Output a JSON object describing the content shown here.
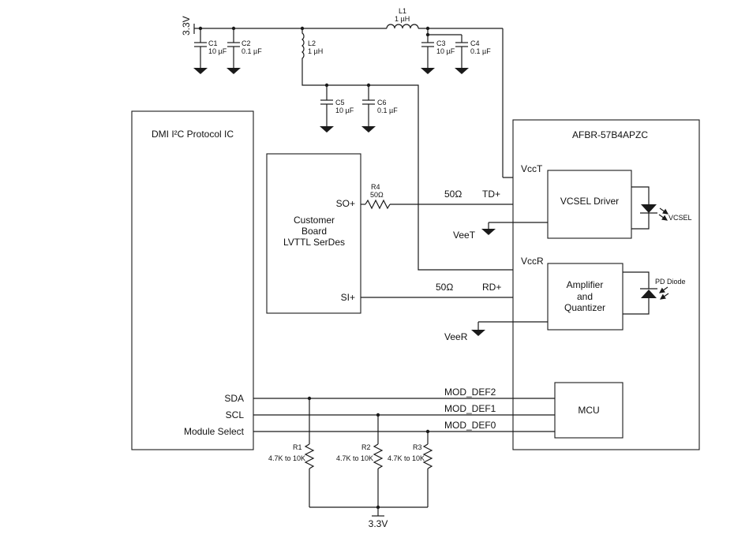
{
  "supply": {
    "top_label": "3.3V",
    "bottom_label": "3.3V"
  },
  "capacitors": [
    {
      "ref": "C1",
      "value": "10 µF"
    },
    {
      "ref": "C2",
      "value": "0.1 µF"
    },
    {
      "ref": "C3",
      "value": "10 µF"
    },
    {
      "ref": "C4",
      "value": "0.1 µF"
    },
    {
      "ref": "C5",
      "value": "10 µF"
    },
    {
      "ref": "C6",
      "value": "0.1 µF"
    }
  ],
  "inductors": [
    {
      "ref": "L1",
      "value": "1 µH"
    },
    {
      "ref": "L2",
      "value": "1 µH"
    }
  ],
  "resistors": {
    "r4": {
      "ref": "R4",
      "value": "50Ω"
    },
    "pullups": [
      {
        "ref": "R1",
        "value": "4.7K to 10K"
      },
      {
        "ref": "R2",
        "value": "4.7K to 10K"
      },
      {
        "ref": "R3",
        "value": "4.7K to 10K"
      }
    ]
  },
  "blocks": {
    "dmi": {
      "title": "DMI I²C Protocol IC",
      "pins": {
        "sda": "SDA",
        "scl": "SCL",
        "module_select": "Module Select"
      }
    },
    "customer": {
      "line1": "Customer",
      "line2": "Board",
      "line3": "LVTTL SerDes",
      "pins": {
        "so": "SO+",
        "si": "SI+"
      }
    },
    "afbr": {
      "title": "AFBR-57B4APZC"
    },
    "vcsel_driver": {
      "title": "VCSEL Driver"
    },
    "amplifier": {
      "line1": "Amplifier",
      "line2": "and",
      "line3": "Quantizer"
    },
    "mcu": {
      "title": "MCU"
    }
  },
  "nets": {
    "vcct": "VccT",
    "vccr": "VccR",
    "veet": "VeeT",
    "veer": "VeeR",
    "td": "TD+",
    "rd": "RD+",
    "td_impedance": "50Ω",
    "rd_impedance": "50Ω",
    "mod_def2": "MOD_DEF2",
    "mod_def1": "MOD_DEF1",
    "mod_def0": "MOD_DEF0"
  },
  "diodes": {
    "vcsel": "VCSEL",
    "pd": "PD Diode"
  }
}
